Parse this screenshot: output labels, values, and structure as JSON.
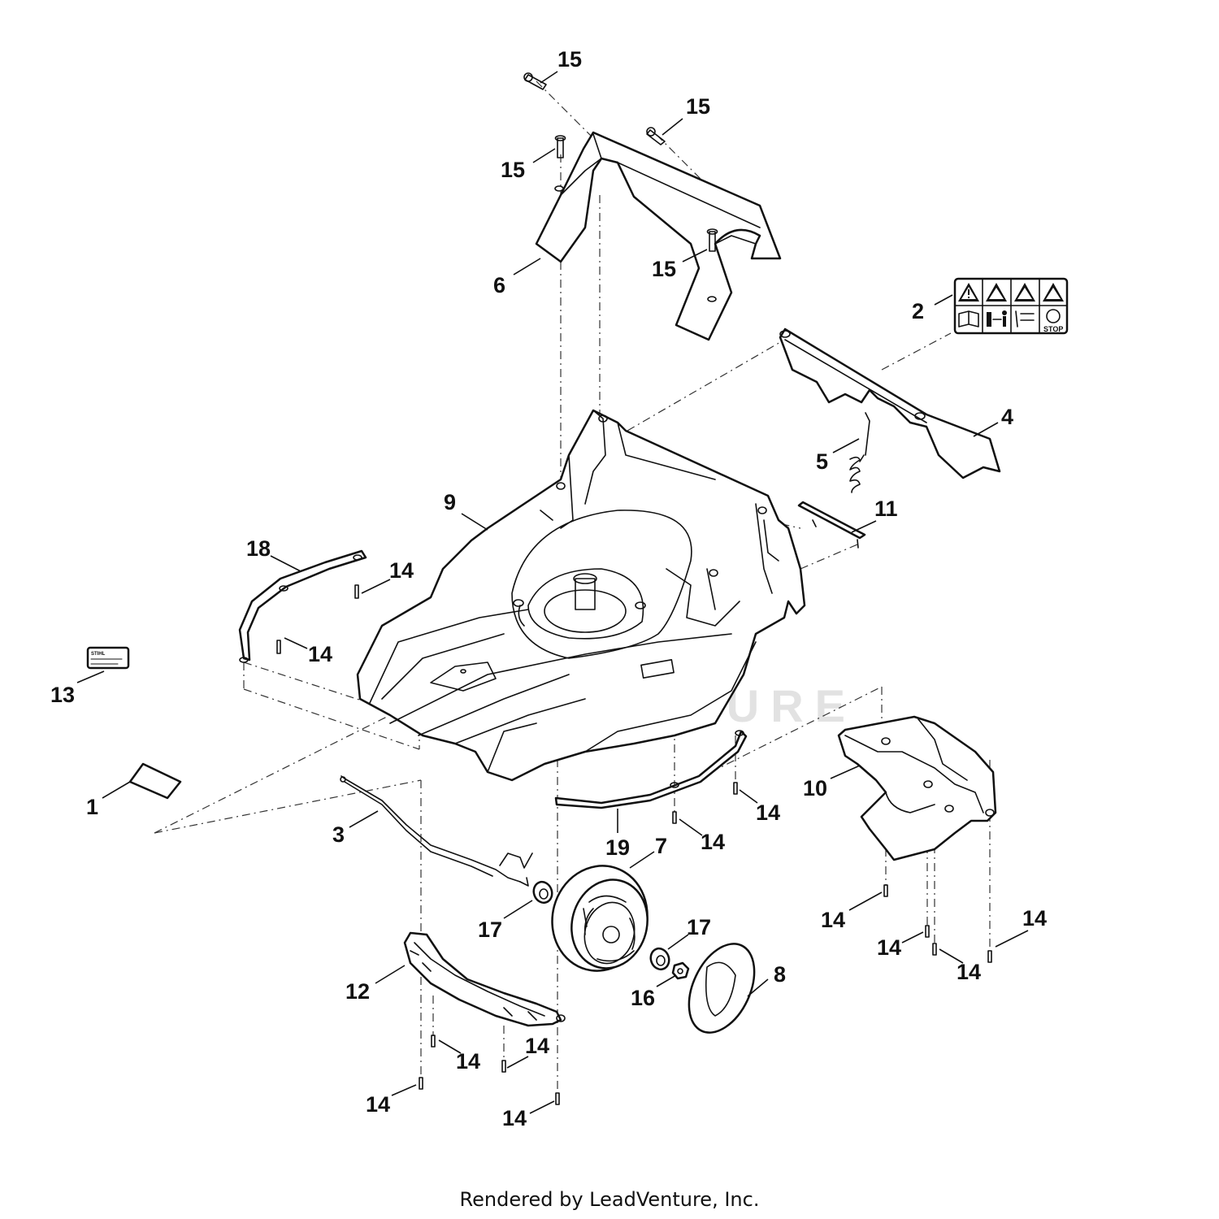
{
  "diagram": {
    "watermark": "LEADVENTURE",
    "footer": "Rendered by LeadVenture, Inc.",
    "label_text": {
      "stihl": "STIHL",
      "stop": "STOP"
    },
    "callouts": [
      {
        "id": "c15a",
        "label": "15"
      },
      {
        "id": "c15b",
        "label": "15"
      },
      {
        "id": "c15c",
        "label": "15"
      },
      {
        "id": "c15d",
        "label": "15"
      },
      {
        "id": "c6",
        "label": "6"
      },
      {
        "id": "c2",
        "label": "2"
      },
      {
        "id": "c4",
        "label": "4"
      },
      {
        "id": "c5",
        "label": "5"
      },
      {
        "id": "c9",
        "label": "9"
      },
      {
        "id": "c11",
        "label": "11"
      },
      {
        "id": "c18",
        "label": "18"
      },
      {
        "id": "c14a",
        "label": "14"
      },
      {
        "id": "c14b",
        "label": "14"
      },
      {
        "id": "c13",
        "label": "13"
      },
      {
        "id": "c1",
        "label": "1"
      },
      {
        "id": "c3",
        "label": "3"
      },
      {
        "id": "c10",
        "label": "10"
      },
      {
        "id": "c14c",
        "label": "14"
      },
      {
        "id": "c14d",
        "label": "14"
      },
      {
        "id": "c19",
        "label": "19"
      },
      {
        "id": "c7",
        "label": "7"
      },
      {
        "id": "c17a",
        "label": "17"
      },
      {
        "id": "c17b",
        "label": "17"
      },
      {
        "id": "c8",
        "label": "8"
      },
      {
        "id": "c16",
        "label": "16"
      },
      {
        "id": "c12",
        "label": "12"
      },
      {
        "id": "c14e",
        "label": "14"
      },
      {
        "id": "c14f",
        "label": "14"
      },
      {
        "id": "c14g",
        "label": "14"
      },
      {
        "id": "c14h",
        "label": "14"
      },
      {
        "id": "c14i",
        "label": "14"
      },
      {
        "id": "c14j",
        "label": "14"
      },
      {
        "id": "c14k",
        "label": "14"
      },
      {
        "id": "c14l",
        "label": "14"
      }
    ]
  }
}
